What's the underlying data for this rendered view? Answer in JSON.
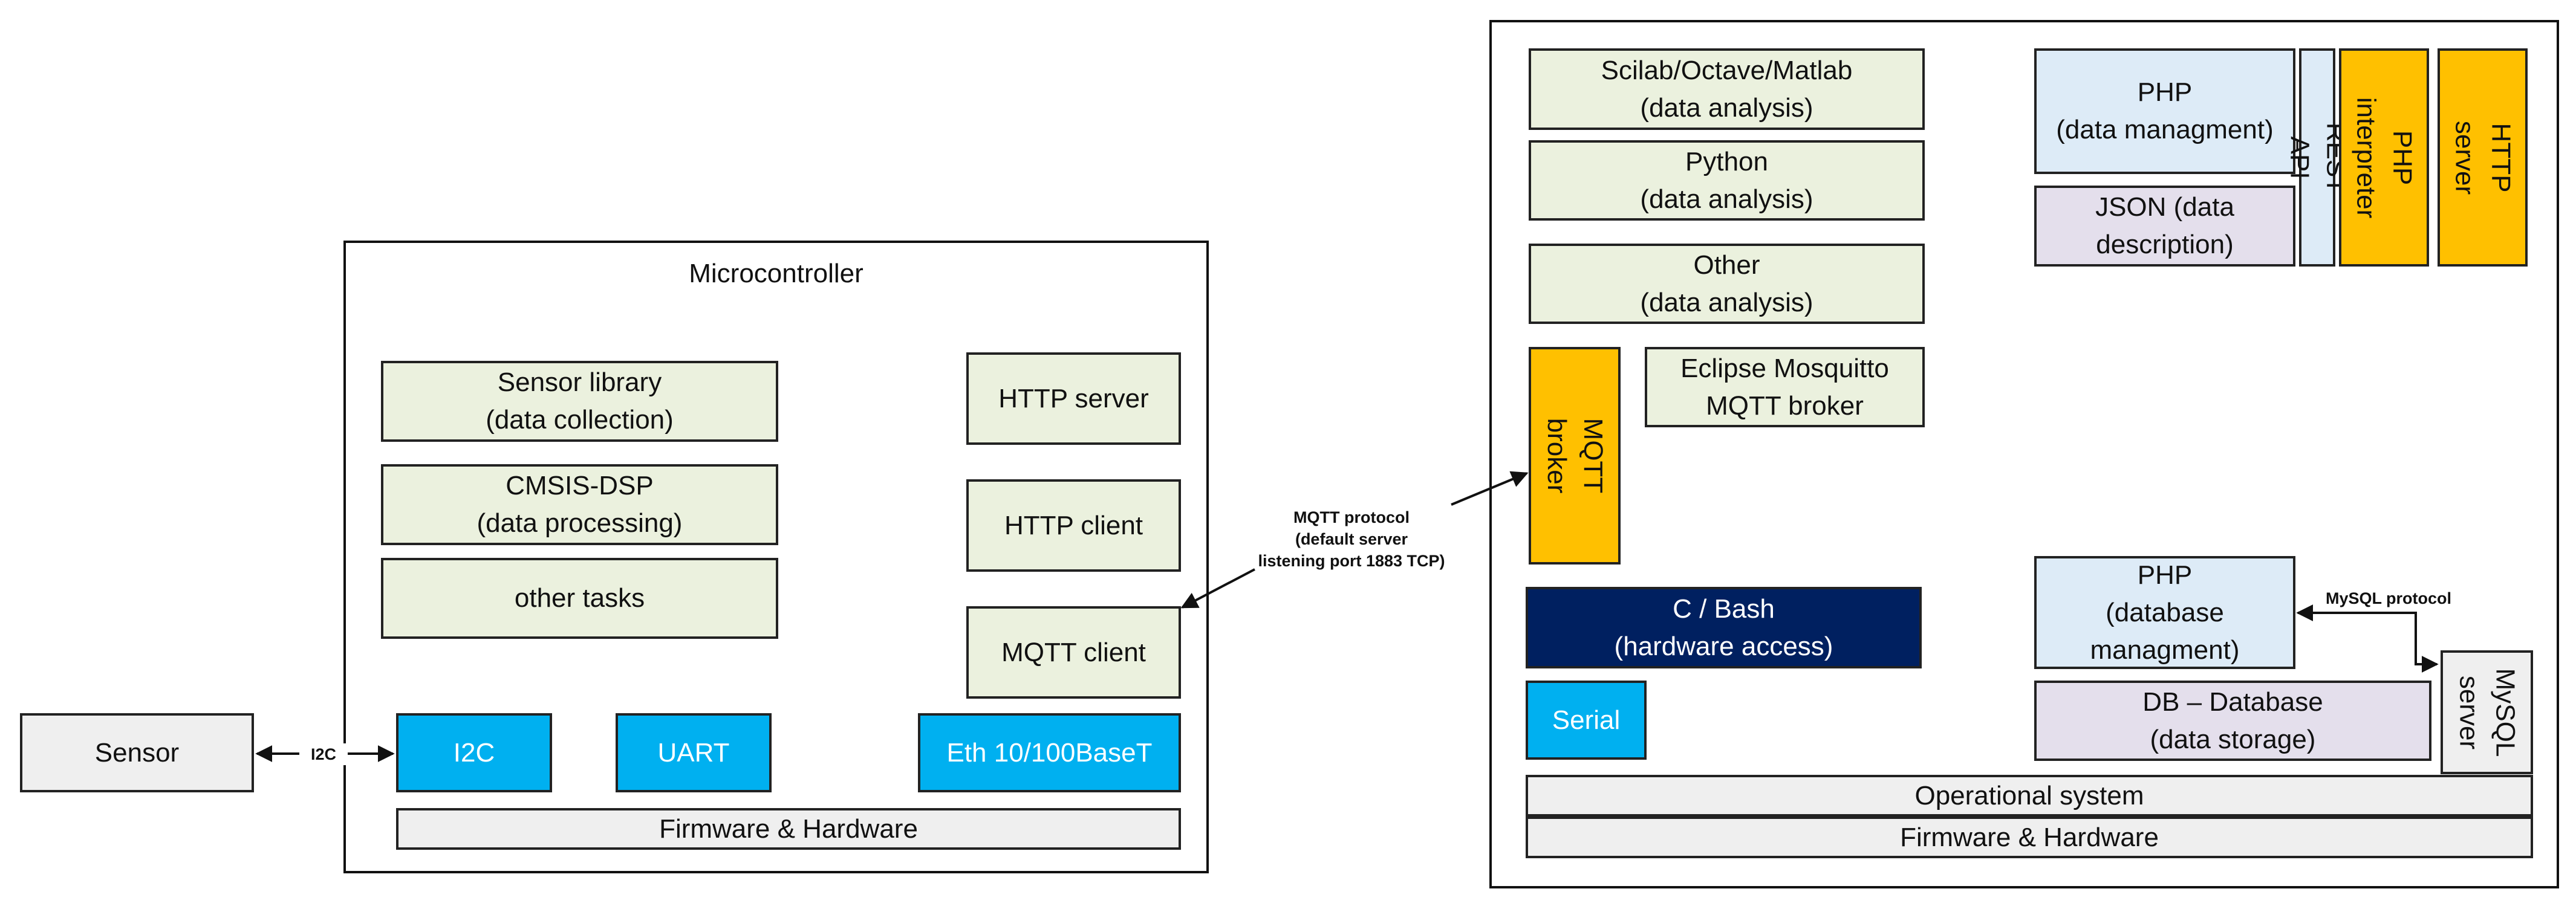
{
  "sensor": {
    "label": "Sensor"
  },
  "microcontroller": {
    "title": "Microcontroller",
    "sensor_library": "Sensor library\n(data collection)",
    "cmsis": "CMSIS-DSP\n(data processing)",
    "other_tasks": "other tasks",
    "http_server": "HTTP server",
    "http_client": "HTTP client",
    "mqtt_client": "MQTT client",
    "i2c": "I2C",
    "uart": "UART",
    "eth": "Eth 10/100BaseT",
    "firmware": "Firmware & Hardware"
  },
  "links": {
    "i2c_label": "I2C",
    "mqtt_protocol": "MQTT protocol\n(default server\nlistening port 1883 TCP)",
    "mysql_protocol": "MySQL protocol"
  },
  "server": {
    "scilab": "Scilab/Octave/Matlab\n(data analysis)",
    "python": "Python\n(data analysis)",
    "other": "Other\n(data analysis)",
    "mqtt_broker": "MQTT broker",
    "mosquitto": "Eclipse Mosquitto\nMQTT broker",
    "c_bash": "C / Bash\n(hardware access)",
    "serial": "Serial",
    "php_data": "PHP\n(data managment)",
    "json": "JSON (data\ndescription)",
    "rest_api": "REST API",
    "php_interpreter": "PHP\ninterpreter",
    "http_server": "HTTP server",
    "php_db": "PHP\n(database\nmanagment)",
    "db": "DB – Database\n(data storage)",
    "mysql_server": "MySQL\nserver",
    "os": "Operational system",
    "firmware": "Firmware & Hardware"
  },
  "colors": {
    "green": "#ebf1de",
    "blue": "#00b0f0",
    "navy": "#002060",
    "orange": "#ffc000",
    "light_blue": "#ddebf7",
    "purple": "#e4dfec",
    "gray": "#efefef"
  }
}
